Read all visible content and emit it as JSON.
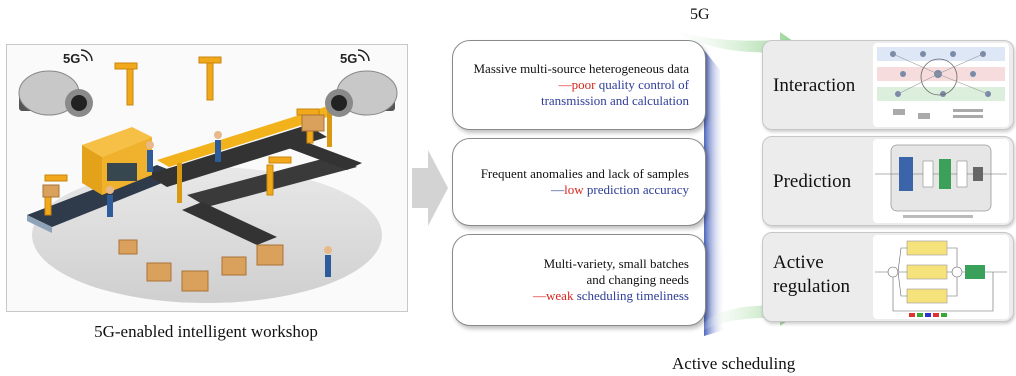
{
  "workshop": {
    "caption": "5G-enabled intelligent workshop",
    "badge_left": "5G",
    "badge_right": "5G"
  },
  "challenges": [
    {
      "line1": "Massive multi-source heterogeneous data",
      "dash": "—",
      "red": "poor",
      "blue": " quality control of",
      "line3": "transmission and calculation"
    },
    {
      "line1": "Frequent anomalies and lack of samples",
      "dash": "—",
      "red": "low",
      "blue": " prediction accuracy"
    },
    {
      "line1": "Multi-variety, small batches",
      "line2": "and changing needs",
      "dash": "—",
      "red": "weak",
      "blue": " scheduling timeliness"
    }
  ],
  "flow_labels": {
    "top": "5G",
    "bottom": "Active scheduling"
  },
  "solutions": [
    {
      "label": "Interaction",
      "icon": "network-diagram-thumbnail"
    },
    {
      "label": "Prediction",
      "icon": "prediction-model-thumbnail"
    },
    {
      "label_line1": "Active",
      "label_line2": "regulation",
      "icon": "control-loop-thumbnail"
    }
  ],
  "colors": {
    "red_text": "#d8251d",
    "blue_text": "#2e3d97",
    "green_arrow": "#8ccf8a",
    "blue_band": "#5b72c4"
  }
}
